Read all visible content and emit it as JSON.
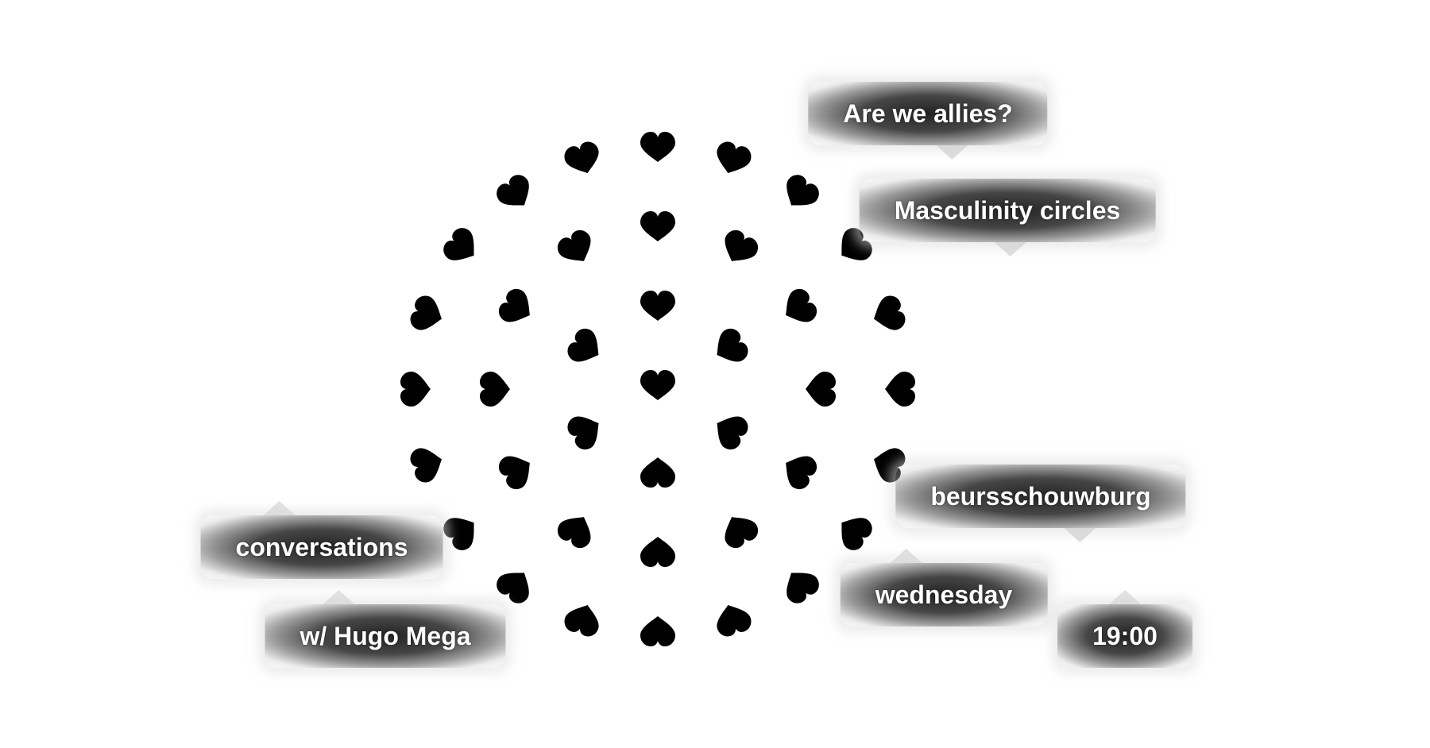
{
  "poster": {
    "bubbles": {
      "allies": "Are we allies?",
      "masculinity": "Masculinity circles",
      "venue": "beursschouwburg",
      "day": "wednesday",
      "time": "19:00",
      "conversations": "conversations",
      "host": "w/ Hugo Mega"
    },
    "icons": {
      "heart": "heart-icon"
    },
    "colors": {
      "background": "#ffffff",
      "heart": "#000000",
      "bubble": "#2a2a2a",
      "bubble_text": "#ffffff"
    }
  }
}
